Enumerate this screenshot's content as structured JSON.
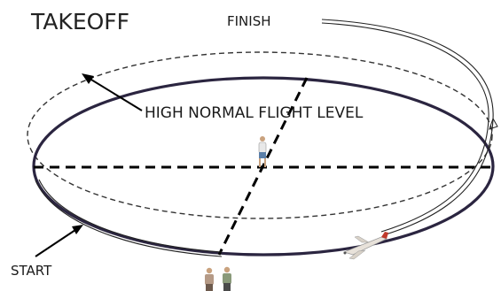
{
  "diagram": {
    "title": "TAKEOFF",
    "labels": {
      "finish": "FINISH",
      "flight_level": "HIGH NORMAL FLIGHT LEVEL",
      "start": "START"
    },
    "colors": {
      "ground_ellipse": "#2b2540",
      "flight_ellipse": "#333333",
      "axes": "#000000",
      "aircraft_fuselage": "#e8e2da",
      "aircraft_accent": "#c0392b"
    },
    "icons": {
      "aircraft": "model-airplane-icon",
      "pilot": "pilot-figure-icon",
      "spectators": "spectators-icon"
    }
  }
}
